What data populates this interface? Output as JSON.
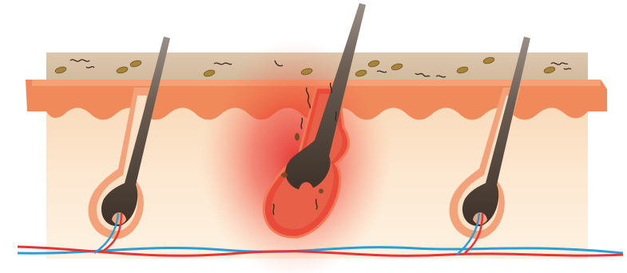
{
  "diagram": {
    "subject": "skin-cross-section-hair-follicles",
    "follicles": [
      {
        "id": "left",
        "state": "normal"
      },
      {
        "id": "center",
        "state": "inflamed"
      },
      {
        "id": "right",
        "state": "normal"
      }
    ],
    "colors": {
      "surface_layer": "#d8c2a7",
      "epidermis": "#f08a5a",
      "dermis_top": "#fbe2c6",
      "dermis_bottom": "#fdf0de",
      "hair": "#4a3c31",
      "follicle_sheath": "#f3a27a",
      "inflammation": "#e8302a",
      "bacteria": "#a8843a",
      "artery": "#e83434",
      "vein": "#2a9fd6"
    }
  }
}
